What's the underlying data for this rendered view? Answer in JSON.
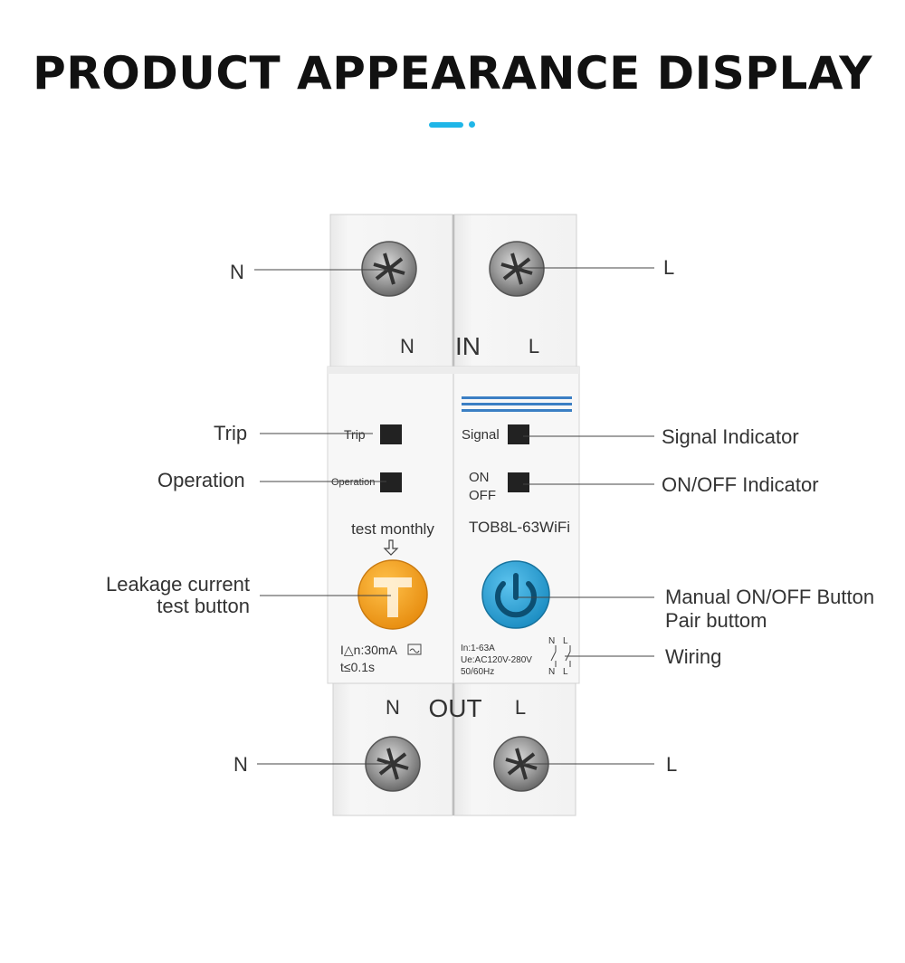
{
  "header": {
    "title": "PRODUCT APPEARANCE DISPLAY"
  },
  "colors": {
    "accent": "#1fb6e8",
    "test_button": "#f5a21e",
    "power_button": "#2aa5d8",
    "stripe": "#3b7fc4"
  },
  "device": {
    "top_n": "N",
    "top_in": "IN",
    "top_l": "L",
    "trip_label": "Trip",
    "operation_label": "Operation",
    "signal_label": "Signal",
    "on_label": "ON",
    "off_label": "OFF",
    "test_monthly": "test monthly",
    "model": "TOB8L-63WiFi",
    "rating_1": "I△n:30mA",
    "rating_2": "t≤0.1s",
    "spec_1": "In:1-63A",
    "spec_2": "Ue:AC120V-280V",
    "spec_3": "50/60Hz",
    "wiring_n": "N",
    "wiring_l": "L",
    "bottom_n": "N",
    "bottom_out": "OUT",
    "bottom_l": "L"
  },
  "callouts": {
    "top_left": "N",
    "top_right": "L",
    "trip": "Trip",
    "operation": "Operation",
    "leakage_line1": "Leakage current",
    "leakage_line2": "test button",
    "signal_indicator": "Signal Indicator",
    "onoff_indicator": "ON/OFF Indicator",
    "manual_line1": "Manual ON/OFF Button",
    "manual_line2": "Pair buttom",
    "wiring": "Wiring",
    "bottom_left": "N",
    "bottom_right": "L"
  }
}
